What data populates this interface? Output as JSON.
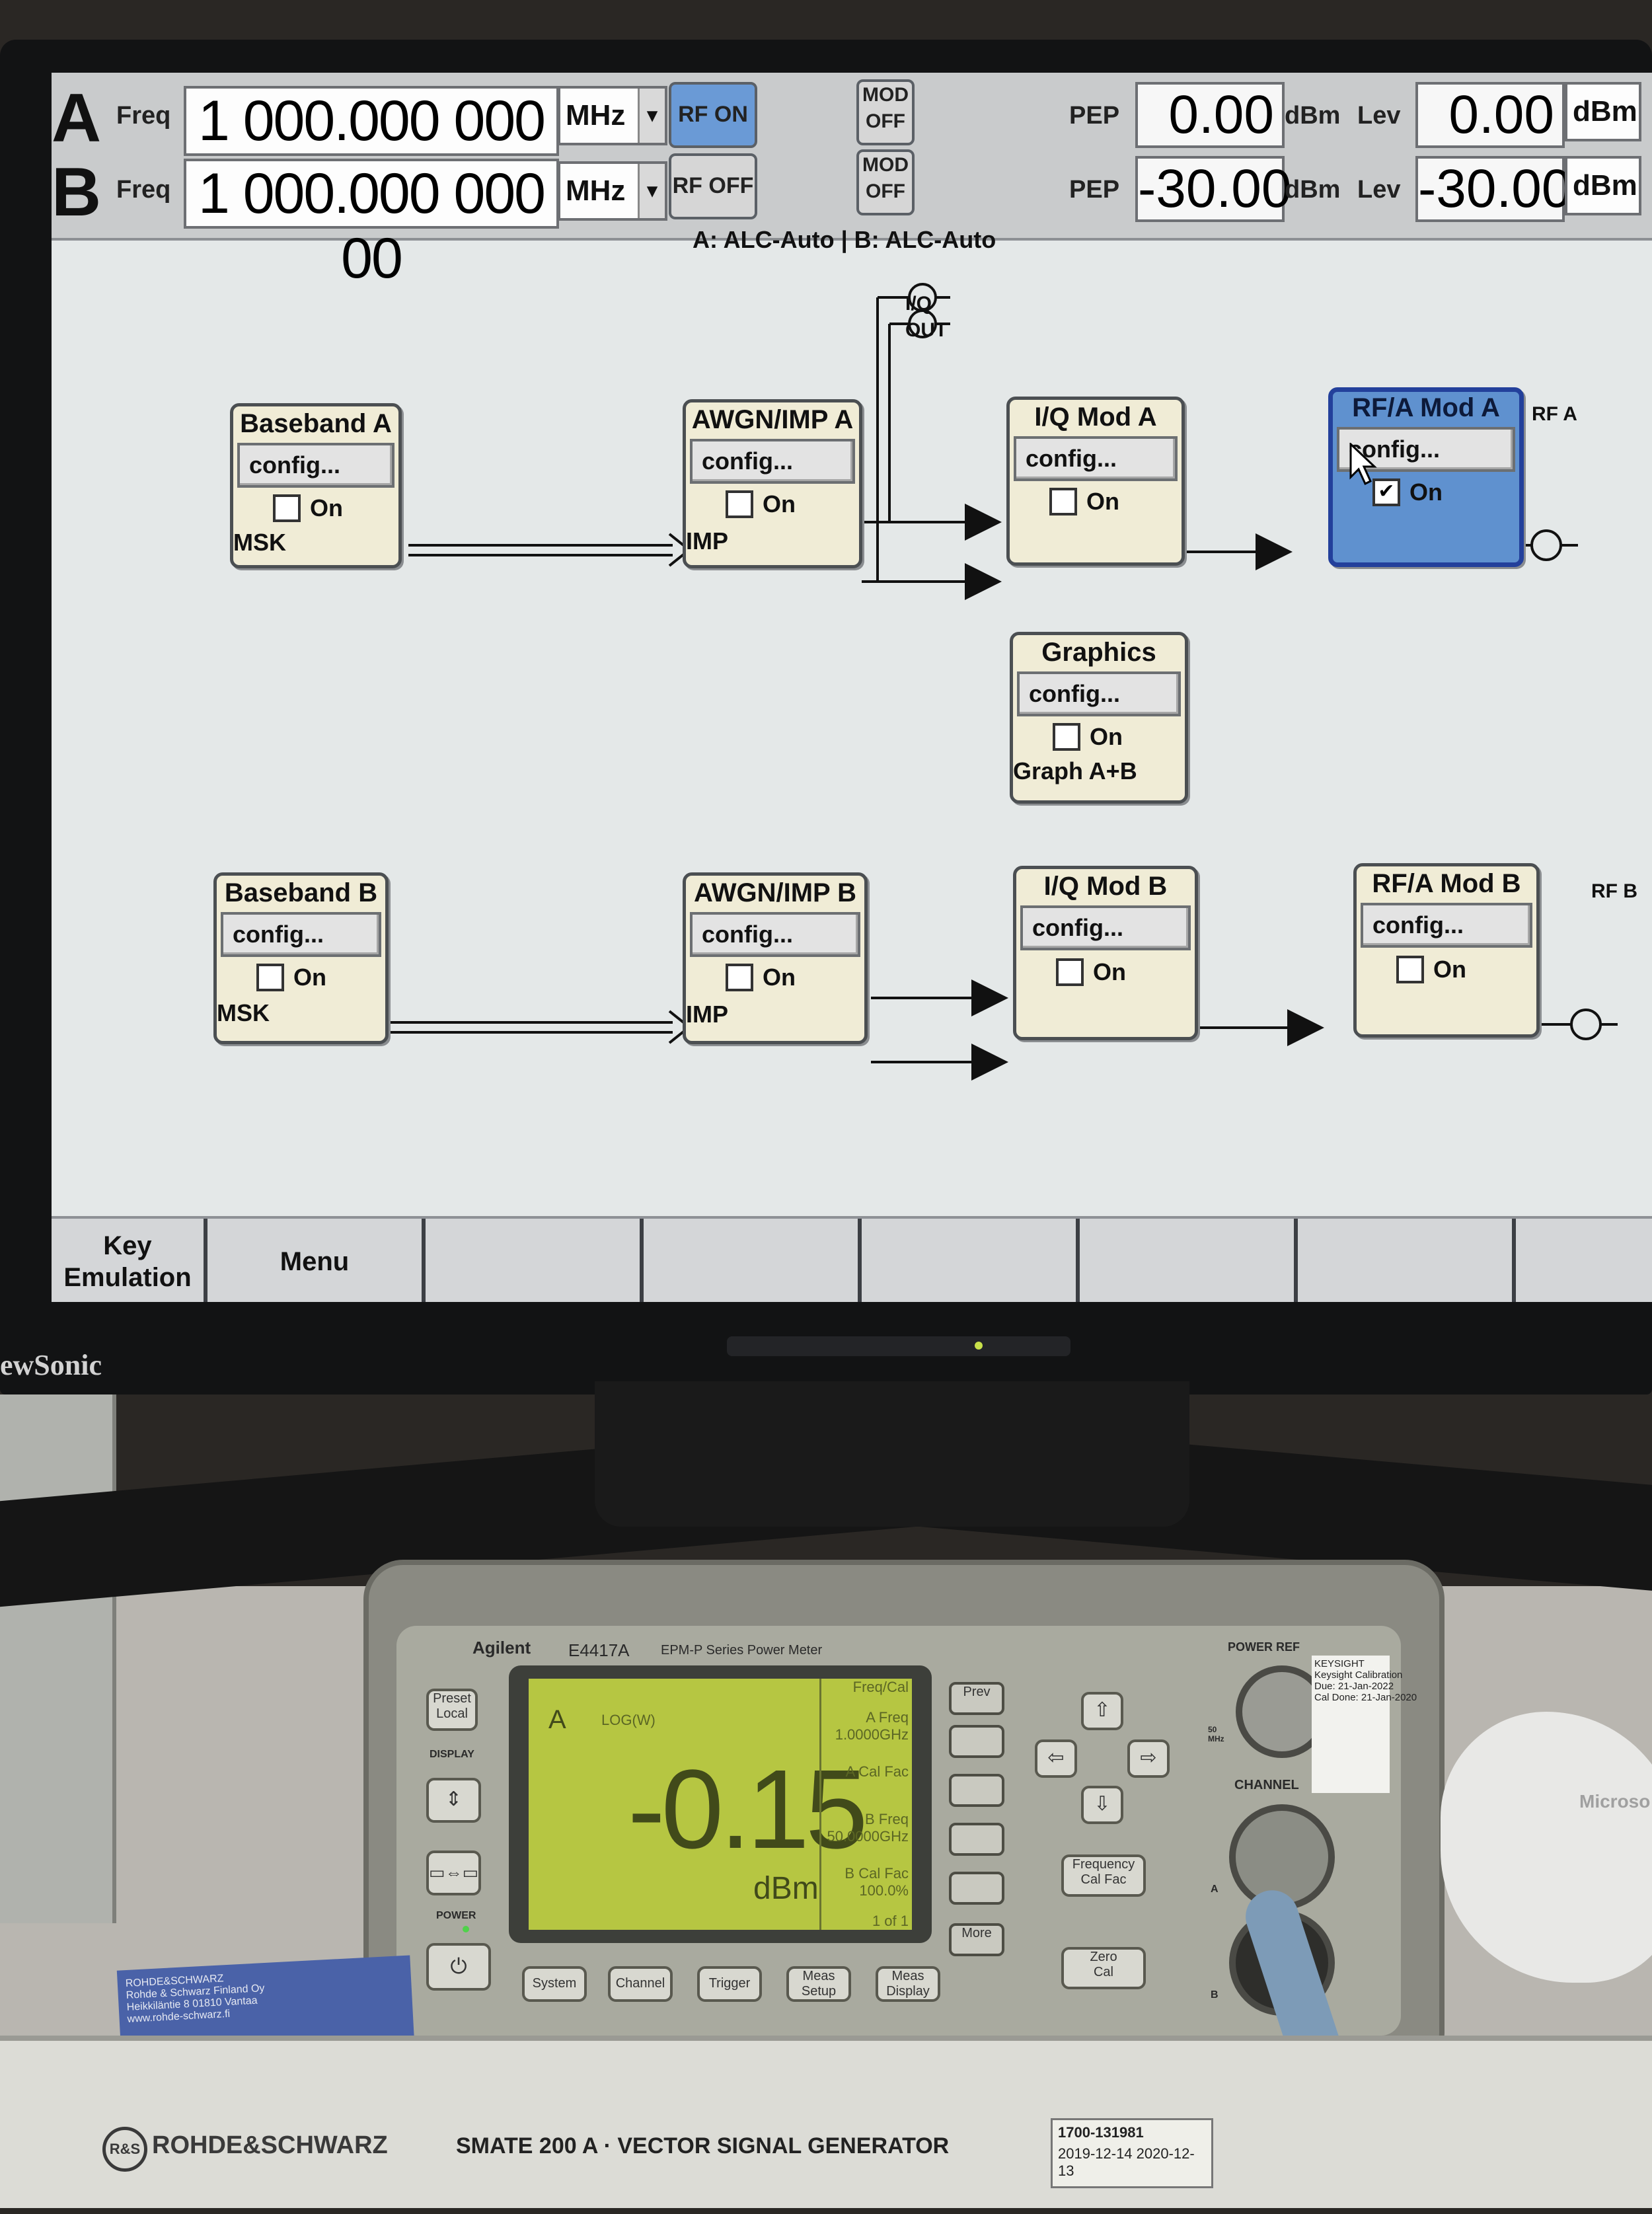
{
  "status_bar": {
    "channel_a": {
      "letter": "A",
      "freq_label": "Freq",
      "freq_value": "1 000.000 000 00",
      "freq_unit": "MHz",
      "rf_button": "RF ON",
      "mod_button": "MOD\nOFF",
      "pep_label": "PEP",
      "pep_value": "0.00",
      "pep_unit": "dBm",
      "lev_label": "Lev",
      "lev_value": "0.00",
      "lev_unit": "dBm"
    },
    "channel_b": {
      "letter": "B",
      "freq_label": "Freq",
      "freq_value": "1 000.000 000 00",
      "freq_unit": "MHz",
      "rf_button": "RF OFF",
      "mod_button": "MOD\nOFF",
      "pep_label": "PEP",
      "pep_value": "-30.00",
      "pep_unit": "dBm",
      "lev_label": "Lev",
      "lev_value": "-30.00",
      "lev_unit": "dBm"
    },
    "alc_text": "A: ALC-Auto | B: ALC-Auto",
    "dropdown_glyph": "▾",
    "active_color": "#6a9ad6"
  },
  "diagram": {
    "iq_out_label": "I/Q\nOUT",
    "rf_a_label": "RF A",
    "rf_b_label": "RF B",
    "blocks": {
      "baseband_a": {
        "title": "Baseband A",
        "config": "config...",
        "on": "On",
        "checked": false,
        "sub": "MSK"
      },
      "awgn_a": {
        "title": "AWGN/IMP A",
        "config": "config...",
        "on": "On",
        "checked": false,
        "sub": "IMP"
      },
      "iqmod_a": {
        "title": "I/Q Mod A",
        "config": "config...",
        "on": "On",
        "checked": false,
        "sub": ""
      },
      "rf_a": {
        "title": "RF/A Mod A",
        "config": "config...",
        "on": "On",
        "checked": true,
        "sub": ""
      },
      "graphics": {
        "title": "Graphics",
        "config": "config...",
        "on": "On",
        "checked": false,
        "sub": "Graph A+B"
      },
      "baseband_b": {
        "title": "Baseband B",
        "config": "config...",
        "on": "On",
        "checked": false,
        "sub": "MSK"
      },
      "awgn_b": {
        "title": "AWGN/IMP B",
        "config": "config...",
        "on": "On",
        "checked": false,
        "sub": "IMP"
      },
      "iqmod_b": {
        "title": "I/Q Mod B",
        "config": "config...",
        "on": "On",
        "checked": false,
        "sub": ""
      },
      "rf_b": {
        "title": "RF/A Mod B",
        "config": "config...",
        "on": "On",
        "checked": false,
        "sub": ""
      }
    },
    "check_glyph": "✔"
  },
  "softkeys": {
    "key1": "Key\nEmulation",
    "key2": "Menu"
  },
  "monitor_brand": "ewSonic",
  "power_meter": {
    "brand": "Agilent",
    "model": "E4417A",
    "series": "EPM-P Series Power Meter",
    "reading": "-0.15",
    "unit": "dBm",
    "channel_letter": "A",
    "lcd_right": [
      "Freq/Cal",
      "A Freq",
      "1.0000GHz",
      "A Cal Fac",
      "",
      "B Freq",
      "50.0000GHz",
      "B Cal Fac",
      "100.0%",
      "1 of 1"
    ],
    "lcd_mode": "LOG(W)",
    "keys_left": [
      "Preset\nLocal",
      "DISPLAY",
      "POWER"
    ],
    "keys_bottom": [
      "System",
      "Channel",
      "Trigger",
      "Meas\nSetup",
      "Meas\nDisplay"
    ],
    "keys_side": [
      "Prev",
      "",
      "",
      "",
      "",
      "More"
    ],
    "freq_cal_fac_key": "Frequency\nCal Fac",
    "zero_cal_key": "Zero\nCal",
    "power_ref_label": "POWER REF",
    "channel_label": "CHANNEL",
    "conn_a": "A",
    "conn_b": "B",
    "cal_sticker": "KEYSIGHT\nKeysight Calibration\nDue: 21-Jan-2022\nCal Done: 21-Jan-2020",
    "label_50mhz": "50\nMHz"
  },
  "mouse_brand": "Microso",
  "signal_generator": {
    "brand": "ROHDE&SCHWARZ",
    "model_line": "SMATE 200 A · VECTOR SIGNAL GENERATOR",
    "sticker_id": "1700-131981",
    "sticker_dates": "2019-12-14 2020-12-13",
    "left_label": "ROHDE&SCHWARZ\nRohde & Schwarz Finland Oy\nHeikkiläntie 8 01810 Vantaa\nwww.rohde-schwarz.fi"
  }
}
